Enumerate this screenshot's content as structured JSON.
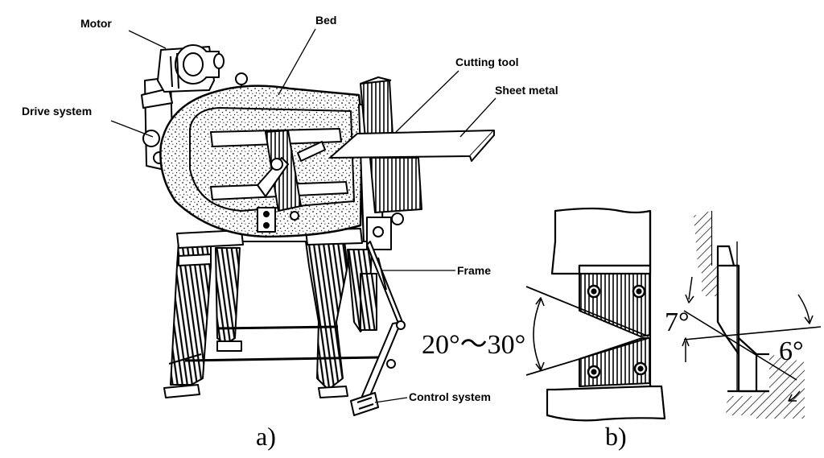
{
  "figure_a": {
    "caption": "a)",
    "labels": {
      "motor": "Motor",
      "bed": "Bed",
      "cutting_tool": "Cutting tool",
      "sheet_metal": "Sheet metal",
      "drive_system": "Drive system",
      "frame": "Frame",
      "control_system": "Control system"
    }
  },
  "figure_b": {
    "caption": "b)",
    "angles": {
      "wedge": "20°～30°",
      "rake": "7°",
      "clearance": "6°"
    }
  },
  "colors": {
    "ink": "#000000",
    "background": "#ffffff",
    "stipple": "#1a1a1a"
  }
}
